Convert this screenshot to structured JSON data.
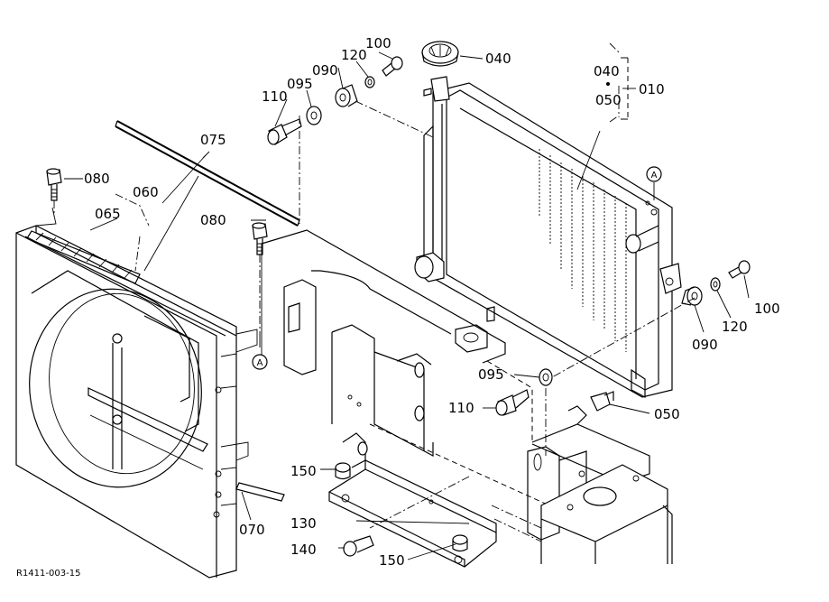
{
  "labels": {
    "p010": "010",
    "p040_top": "040",
    "p040_side": "040",
    "p050_side": "050",
    "p050_bottom": "050",
    "p060": "060",
    "p065": "065",
    "p070": "070",
    "p075": "075",
    "p080_left": "080",
    "p080_mid": "080",
    "p090_top": "090",
    "p090_right": "090",
    "p095_top": "095",
    "p095_bottom": "095",
    "p100_top": "100",
    "p100_right": "100",
    "p110_top": "110",
    "p110_bottom": "110",
    "p120_top": "120",
    "p120_right": "120",
    "p130": "130",
    "p140": "140",
    "p150_left": "150",
    "p150_bottom": "150",
    "refA_left": "A",
    "refA_right": "A"
  },
  "figure_code": "R1411-003-15"
}
